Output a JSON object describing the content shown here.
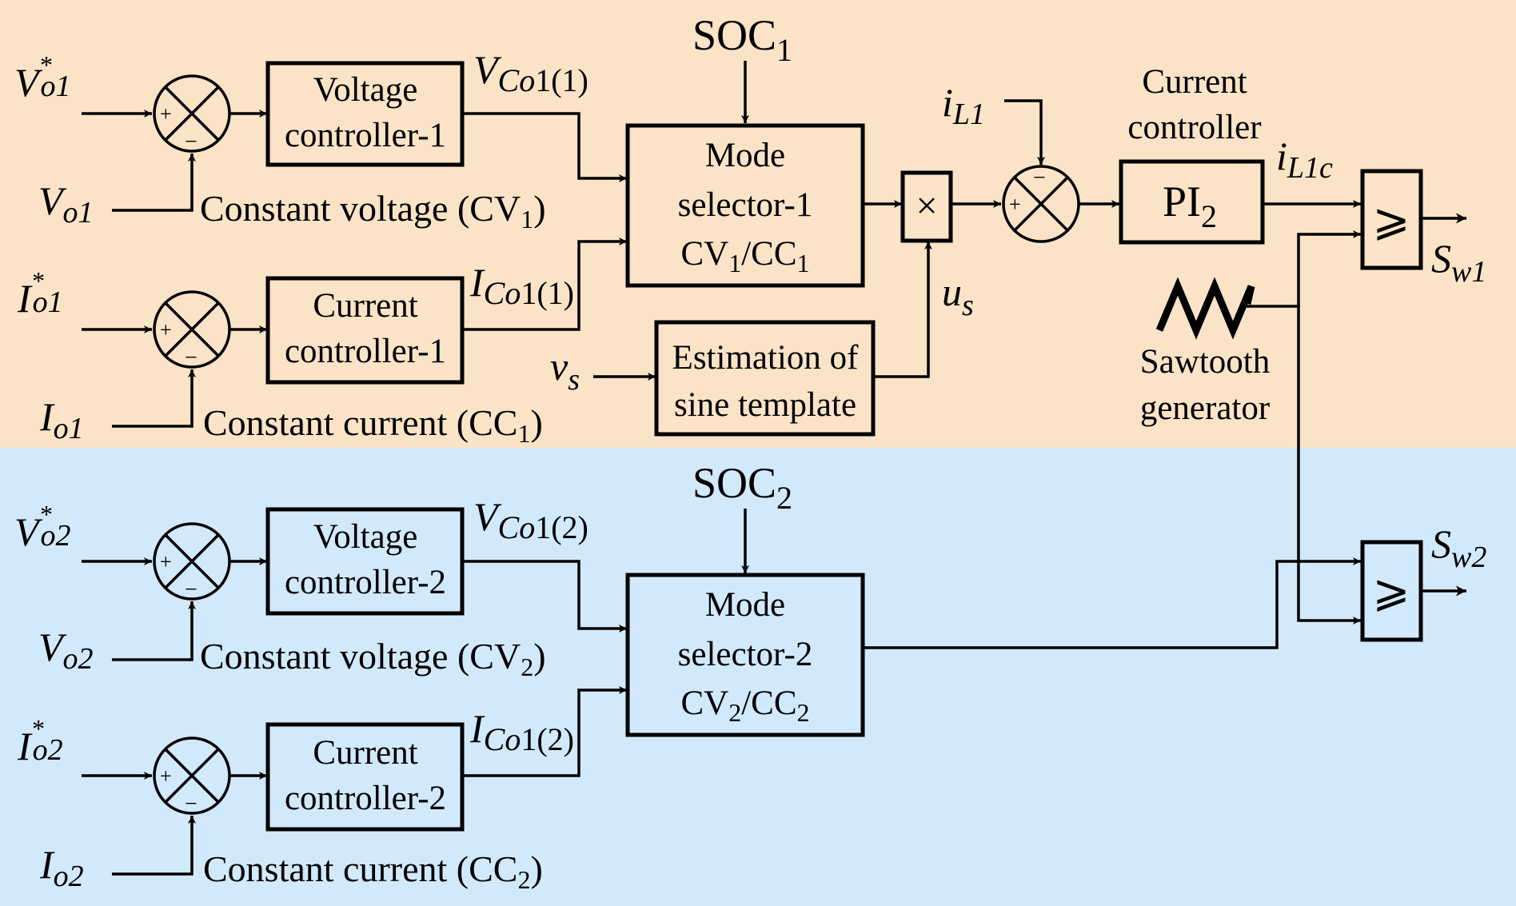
{
  "colors": {
    "top_region": "#fae3c7",
    "bottom_region": "#d2e9fb",
    "line": "#000000"
  },
  "top": {
    "inputs": {
      "vref_base": "V",
      "vref_star": "*",
      "vref_sub": "o1",
      "vfb_base": "V",
      "vfb_sub": "o1",
      "iref_base": "I",
      "iref_star": "*",
      "iref_sub": "o1",
      "ifb_base": "I",
      "ifb_sub": "o1"
    },
    "voltage_controller": {
      "line1": "Voltage",
      "line2": "controller-1"
    },
    "current_controller": {
      "line1": "Current",
      "line2": "controller-1"
    },
    "vco": {
      "base": "V",
      "sub1": "Co",
      "sub2": "1(1)"
    },
    "ico": {
      "base": "I",
      "sub1": "Co",
      "sub2": "1(1)"
    },
    "cv_label": {
      "pre": "Constant voltage (CV",
      "sub": "1",
      "post": ")"
    },
    "cc_label": {
      "pre": "Constant current (CC",
      "sub": "1",
      "post": ")"
    },
    "soc": {
      "base": "SOC",
      "sub": "1"
    },
    "mode_selector": {
      "line1": "Mode",
      "line2": "selector-1",
      "cv": "CV",
      "cv_sub": "1",
      "slash": "/",
      "cc": "CC",
      "cc_sub": "1"
    },
    "multiplier_symbol": "×",
    "vs": {
      "base": "v",
      "sub": "s"
    },
    "estimation": {
      "line1": "Estimation of",
      "line2": "sine template"
    },
    "us": {
      "base": "u",
      "sub": "s"
    },
    "il1": {
      "base": "i",
      "sub": "L1"
    },
    "current_controller_label": {
      "line1": "Current",
      "line2": "controller"
    },
    "pi": {
      "base": "PI",
      "sub": "2"
    },
    "il1c": {
      "base": "i",
      "sub": "L1c"
    },
    "comparator_symbol": "⩾",
    "sw": {
      "base": "S",
      "sub": "w1"
    },
    "sawtooth": {
      "line1": "Sawtooth",
      "line2": "generator"
    }
  },
  "bottom": {
    "inputs": {
      "vref_base": "V",
      "vref_star": "*",
      "vref_sub": "o2",
      "vfb_base": "V",
      "vfb_sub": "o2",
      "iref_base": "I",
      "iref_star": "*",
      "iref_sub": "o2",
      "ifb_base": "I",
      "ifb_sub": "o2"
    },
    "voltage_controller": {
      "line1": "Voltage",
      "line2": "controller-2"
    },
    "current_controller": {
      "line1": "Current",
      "line2": "controller-2"
    },
    "vco": {
      "base": "V",
      "sub1": "Co",
      "sub2": "1(2)"
    },
    "ico": {
      "base": "I",
      "sub1": "Co",
      "sub2": "1(2)"
    },
    "cv_label": {
      "pre": "Constant voltage (CV",
      "sub": "2",
      "post": ")"
    },
    "cc_label": {
      "pre": "Constant current (CC",
      "sub": "2",
      "post": ")"
    },
    "soc": {
      "base": "SOC",
      "sub": "2"
    },
    "mode_selector": {
      "line1": "Mode",
      "line2": "selector-2",
      "cv": "CV",
      "cv_sub": "2",
      "slash": "/",
      "cc": "CC",
      "cc_sub": "2"
    },
    "comparator_symbol": "⩾",
    "sw": {
      "base": "S",
      "sub": "w2"
    }
  },
  "summing": {
    "plus": "+",
    "minus": "−"
  }
}
